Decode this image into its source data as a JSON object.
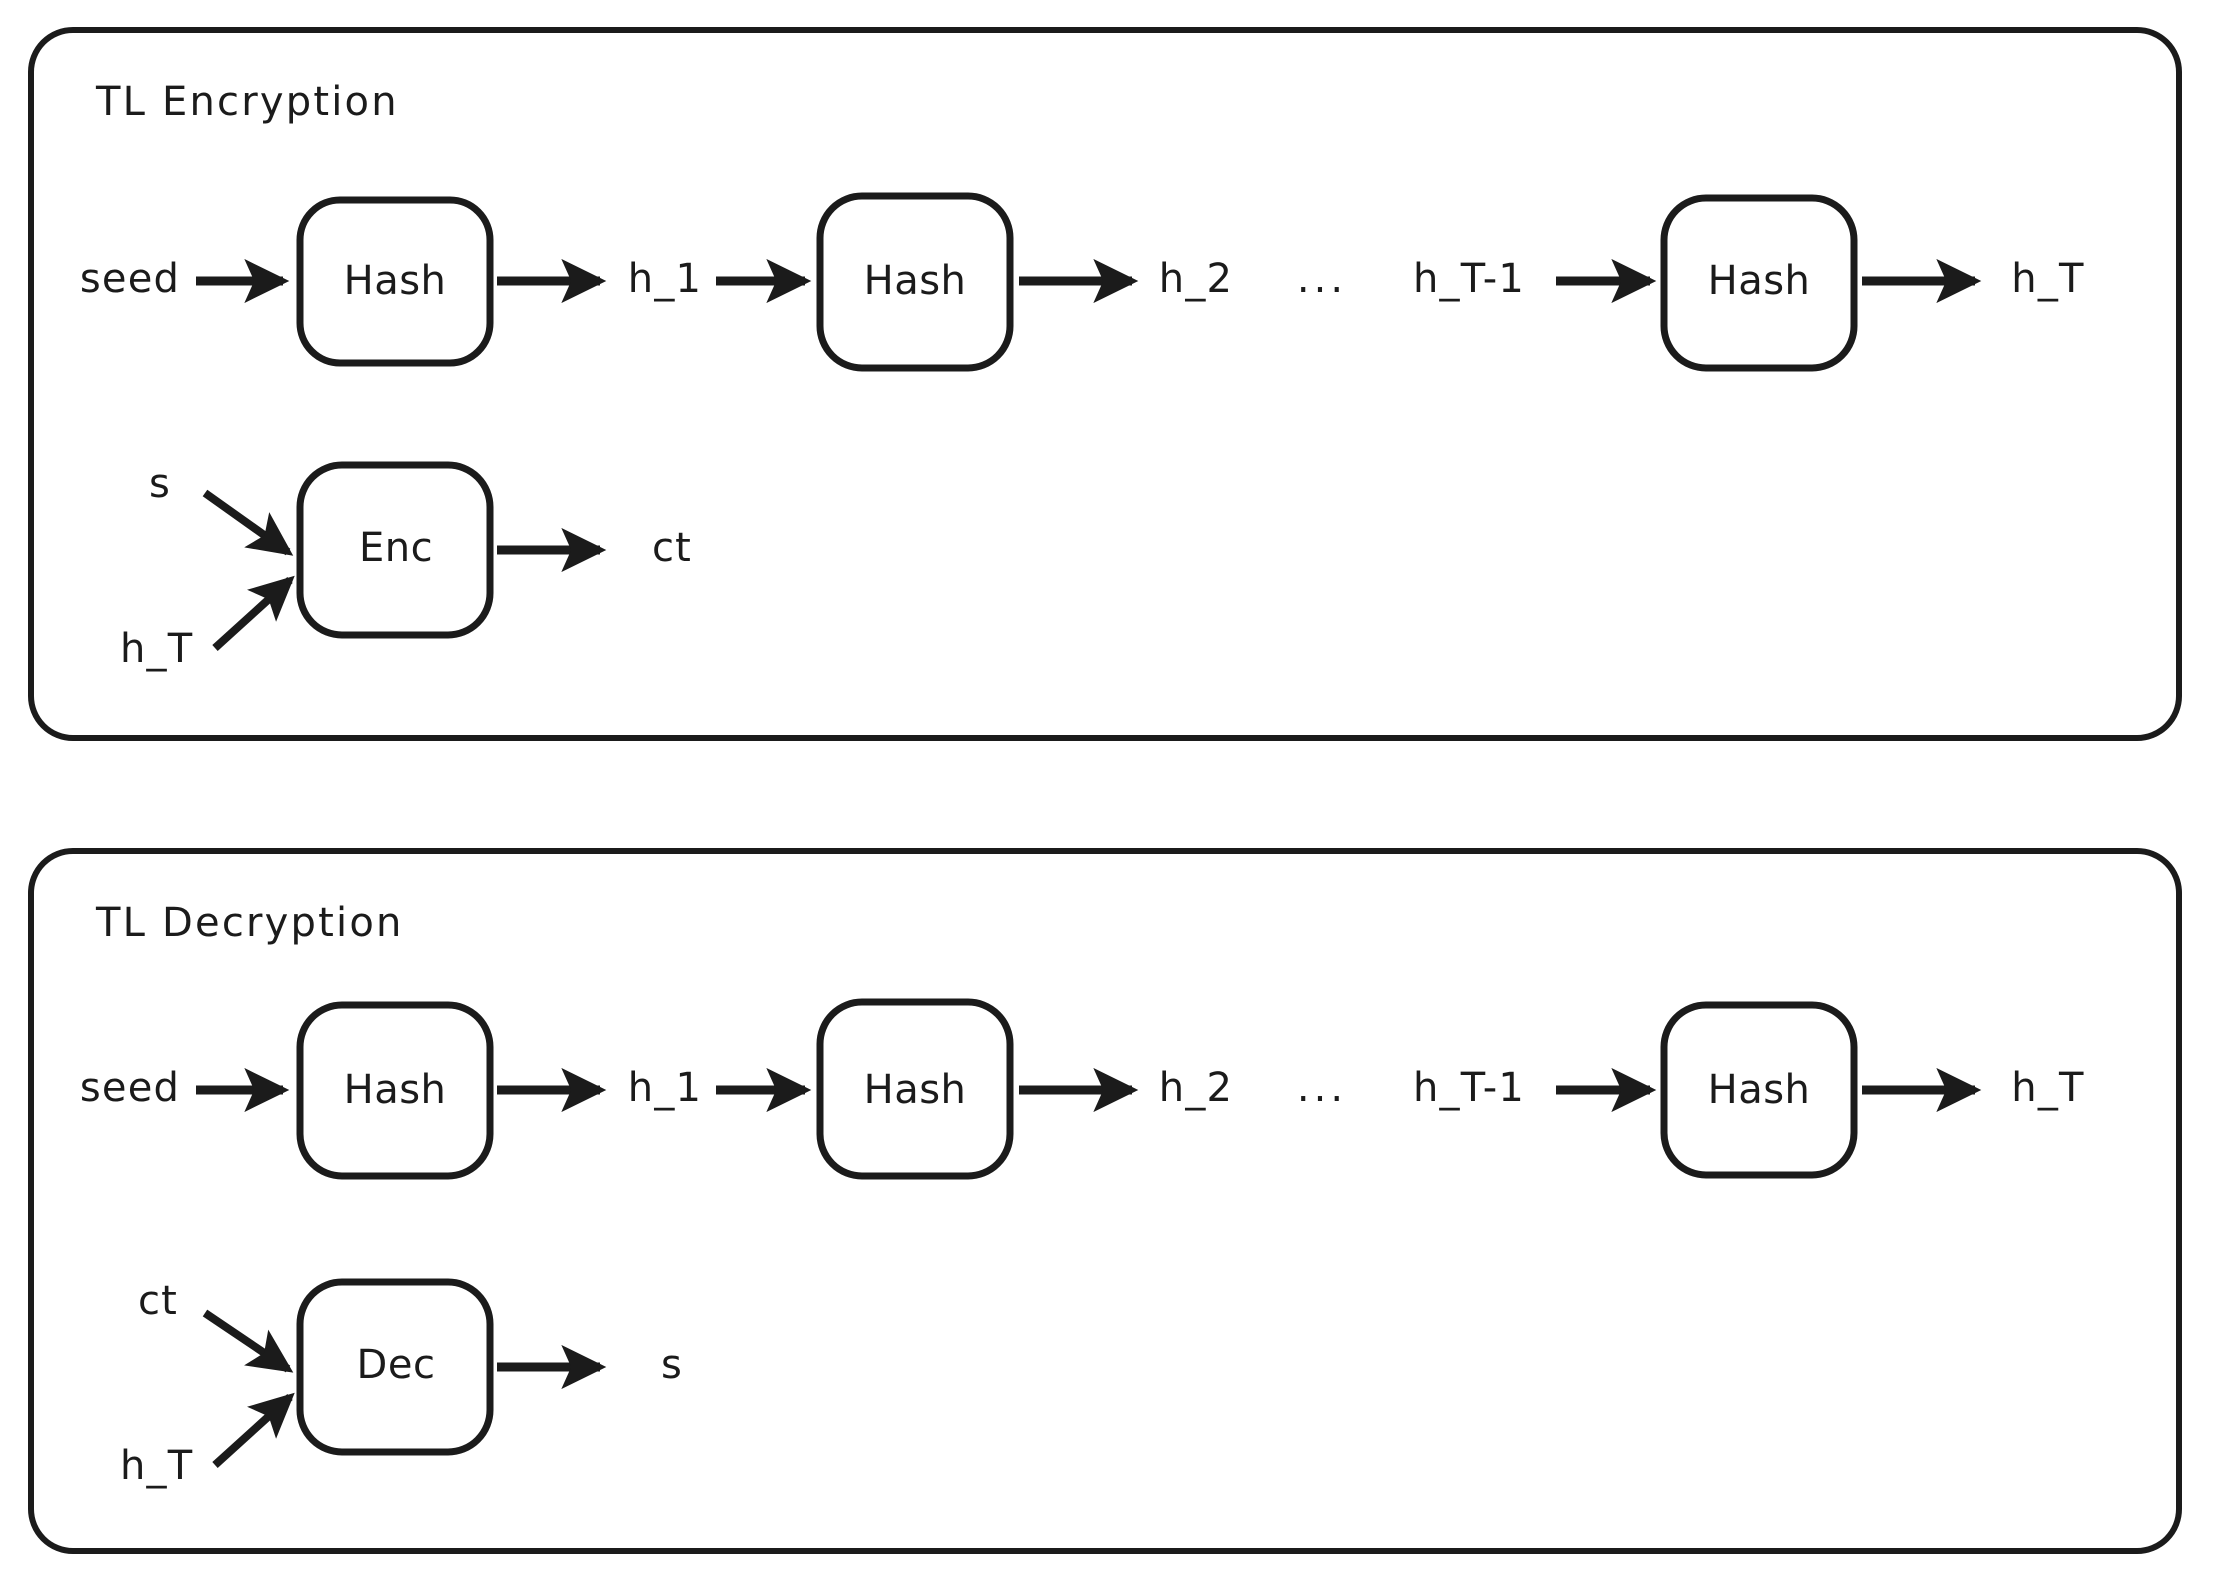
{
  "figure": {
    "title_hidden": "",
    "stroke_color": "#1b1b1b",
    "background_color": "#ffffff",
    "panels": [
      {
        "id": "tl-encryption",
        "title": "TL Encryption",
        "hash_chain": {
          "input_label": "seed",
          "nodes": [
            "Hash",
            "Hash",
            "Hash"
          ],
          "intermediate_labels": [
            "h_1",
            "h_2",
            "h_T-1"
          ],
          "ellipsis": "...",
          "output_label": "h_T"
        },
        "operation": {
          "node": "Enc",
          "inputs": [
            "s",
            "h_T"
          ],
          "output": "ct"
        }
      },
      {
        "id": "tl-decryption",
        "title": "TL Decryption",
        "hash_chain": {
          "input_label": "seed",
          "nodes": [
            "Hash",
            "Hash",
            "Hash"
          ],
          "intermediate_labels": [
            "h_1",
            "h_2",
            "h_T-1"
          ],
          "ellipsis": "...",
          "output_label": "h_T"
        },
        "operation": {
          "node": "Dec",
          "inputs": [
            "ct",
            "h_T"
          ],
          "output": "s"
        }
      }
    ]
  }
}
